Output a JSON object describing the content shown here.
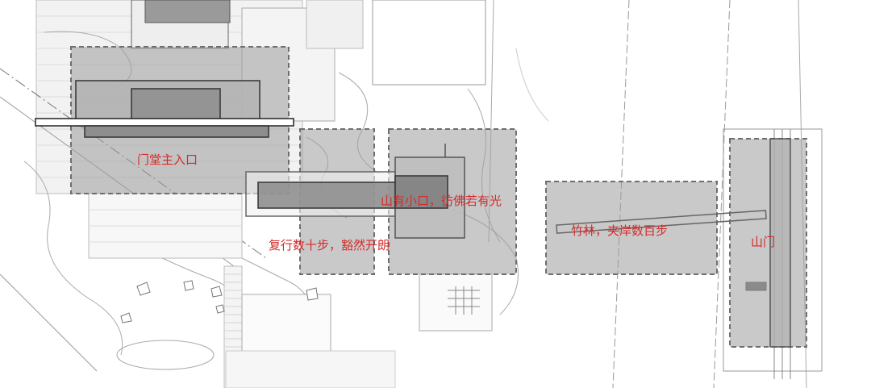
{
  "diagram": {
    "colors": {
      "label": "#d42a2a",
      "zone_fill": "#9c9c9c",
      "zone_border": "#6e6e6e",
      "linework": "#8a8a8a"
    },
    "zones": [
      {
        "id": "entrance-hall",
        "label": "门堂主入口"
      },
      {
        "id": "small-opening",
        "label": "山有小口，彷佛若有光"
      },
      {
        "id": "open-passage",
        "label": "复行数十步，豁然开朗"
      },
      {
        "id": "bamboo-grove",
        "label": "竹林，夹岸数百步"
      },
      {
        "id": "mountain-gate",
        "label": "山门"
      }
    ]
  }
}
